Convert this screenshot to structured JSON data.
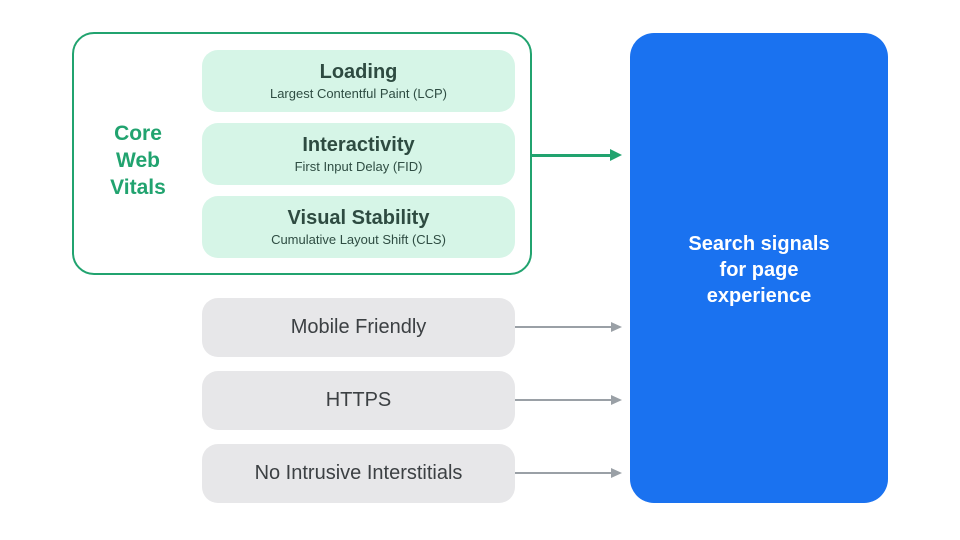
{
  "colors": {
    "green": "#21A36F",
    "green_light": "#D6F5E7",
    "green_dark_text": "#2E4B41",
    "blue": "#1A72F0",
    "gray_pill": "#E7E7E9",
    "gray_text": "#3C4043",
    "arrow_gray": "#9AA0A6",
    "white": "#FFFFFF"
  },
  "core_web_vitals": {
    "label_lines": [
      "Core",
      "Web",
      "Vitals"
    ],
    "items": [
      {
        "title": "Loading",
        "subtitle": "Largest Contentful Paint (LCP)"
      },
      {
        "title": "Interactivity",
        "subtitle": "First Input Delay (FID)"
      },
      {
        "title": "Visual Stability",
        "subtitle": "Cumulative Layout Shift (CLS)"
      }
    ]
  },
  "other_signals": [
    {
      "label": "Mobile Friendly"
    },
    {
      "label": "HTTPS"
    },
    {
      "label": "No Intrusive Interstitials"
    }
  ],
  "result": {
    "label_lines": [
      "Search signals",
      "for page",
      "experience"
    ]
  }
}
